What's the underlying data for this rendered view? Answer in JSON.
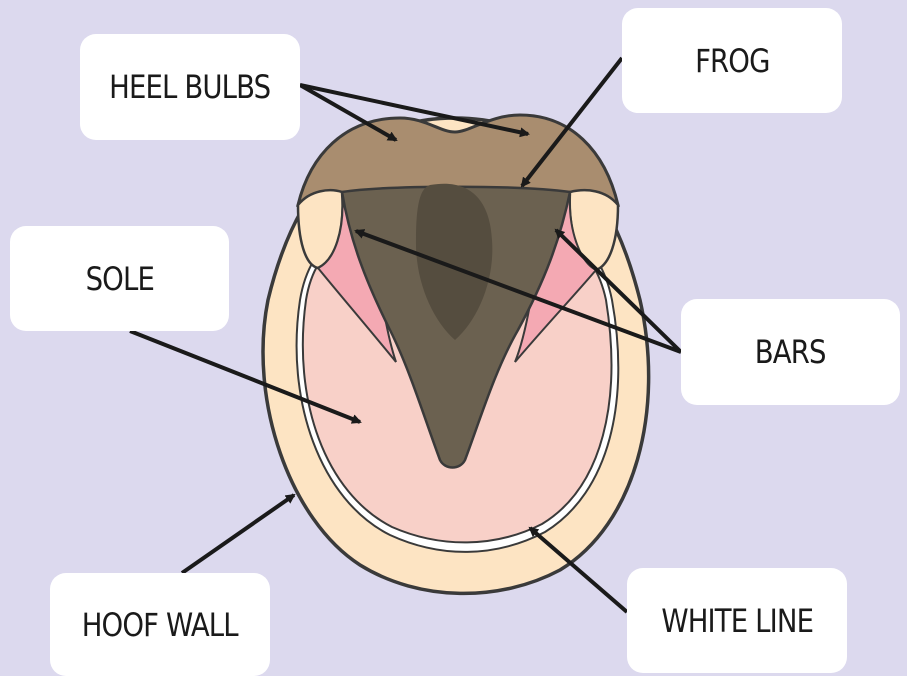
{
  "labels": {
    "heel_bulbs": "HEEL BULBS",
    "frog": "FROG",
    "sole": "SOLE",
    "bars": "BARS",
    "hoof_wall": "HOOF WALL",
    "white_line": "WHITE LINE"
  },
  "colors": {
    "background": "#dcd9ee",
    "hoof_wall": "#fde4c3",
    "white_line": "#ffffff",
    "sole": "#f8d0c8",
    "bars": "#f4a9b3",
    "frog": "#6b6150",
    "frog_center": "#554d3f",
    "heel_bulbs": "#a98d6f",
    "outline": "#3a3a3a",
    "arrow": "#1a1a1a"
  }
}
